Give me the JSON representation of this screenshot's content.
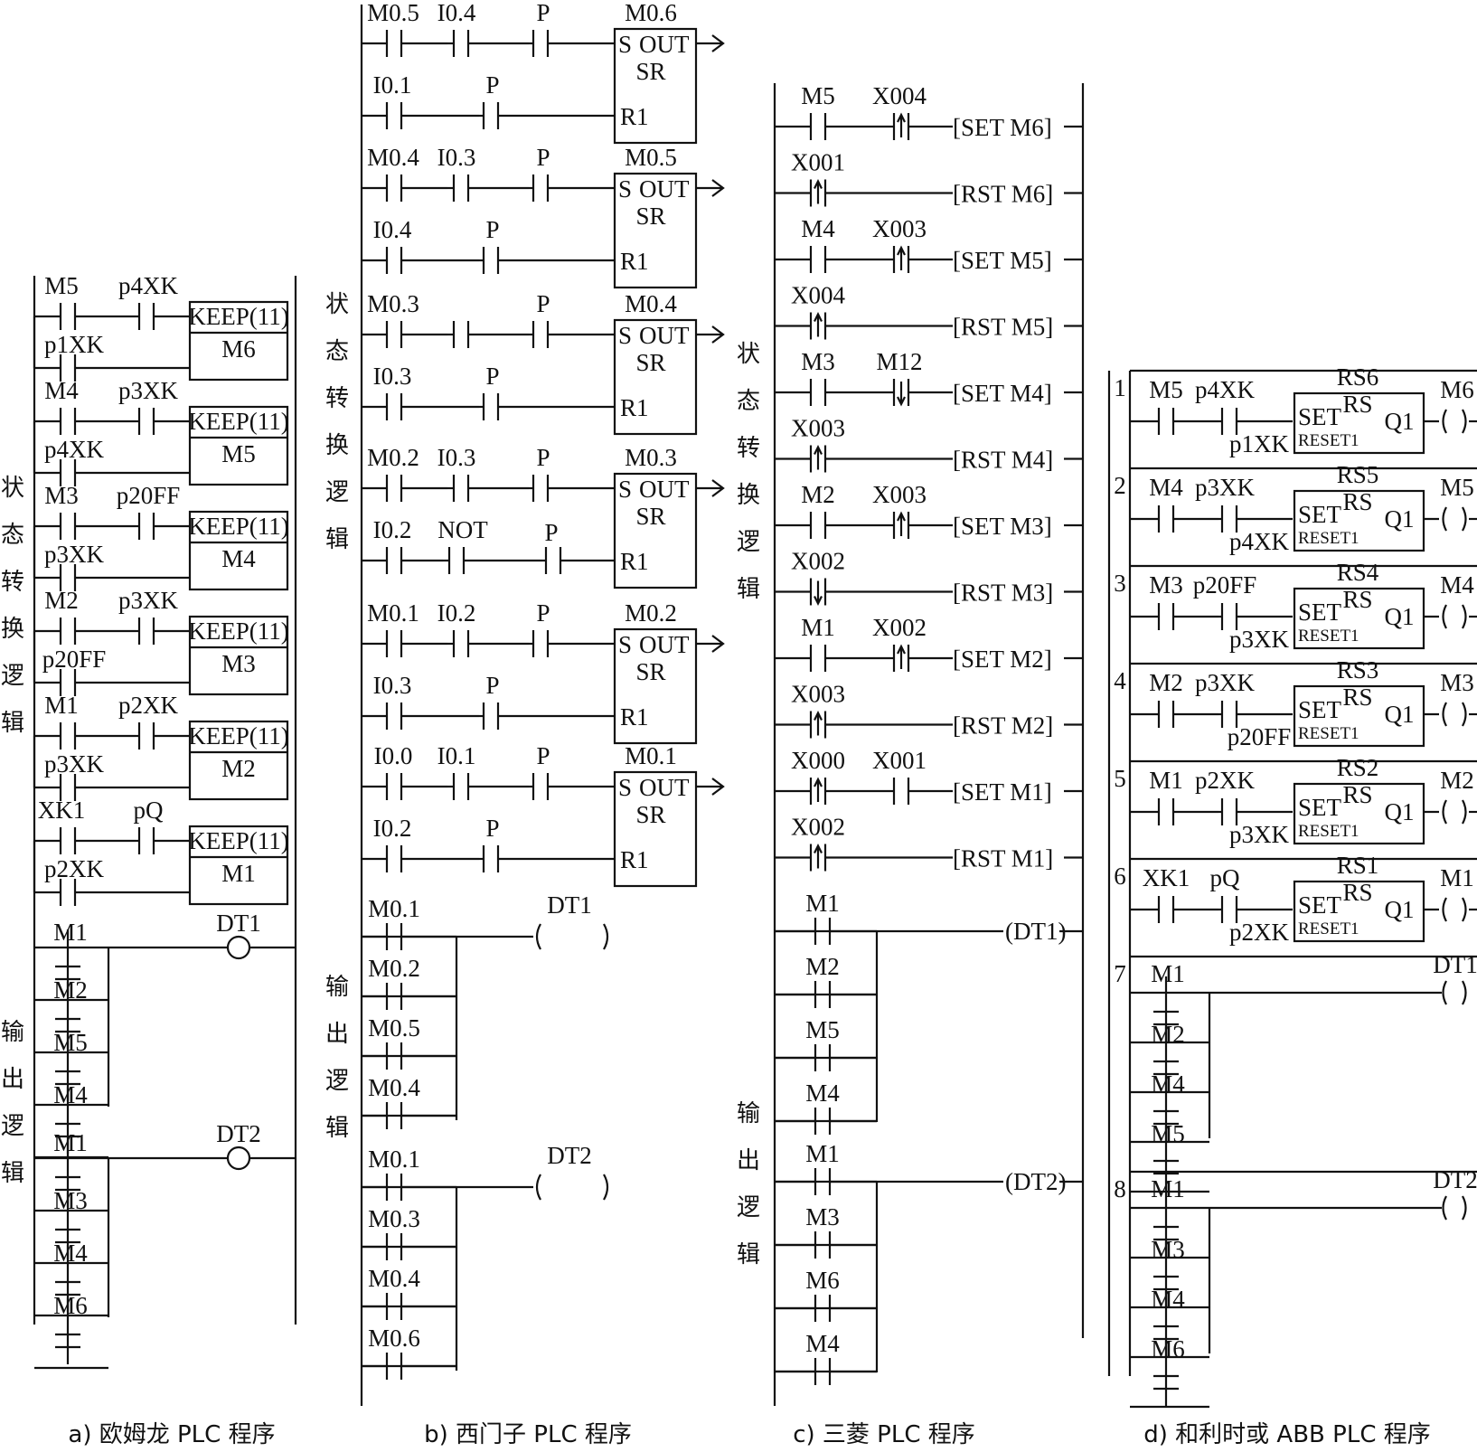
{
  "captions": {
    "a": "a) 欧姆龙 PLC 程序",
    "b": "b) 西门子 PLC 程序",
    "c": "c) 三菱 PLC 程序",
    "d": "d) 和利时或 ABB PLC 程序"
  },
  "section_labels": {
    "state": [
      "状",
      "态",
      "转",
      "换",
      "逻",
      "辑"
    ],
    "output": [
      "输",
      "出",
      "逻",
      "辑"
    ]
  },
  "omron": {
    "rungs": [
      {
        "c1": "M5",
        "c2": "p4XK",
        "latch": "p1XK",
        "coil": "KEEP(11)",
        "bit": "M6"
      },
      {
        "c1": "M4",
        "c2": "p3XK",
        "latch": "p4XK",
        "coil": "KEEP(11)",
        "bit": "M5"
      },
      {
        "c1": "M3",
        "c2": "p20FF",
        "latch": "p3XK",
        "coil": "KEEP(11)",
        "bit": "M4"
      },
      {
        "c1": "M2",
        "c2": "p3XK",
        "latch": "p20FF",
        "coil": "KEEP(11)",
        "bit": "M3"
      },
      {
        "c1": "M1",
        "c2": "p2XK",
        "latch": "p3XK",
        "coil": "KEEP(11)",
        "bit": "M2"
      },
      {
        "c1": "XK1",
        "c2": "pQ",
        "latch": "p2XK",
        "coil": "KEEP(11)",
        "bit": "M1"
      }
    ],
    "outputs": [
      {
        "coil": "DT1",
        "contacts": [
          "M1",
          "M2",
          "M5",
          "M4"
        ]
      },
      {
        "coil": "DT2",
        "contacts": [
          "M1",
          "M3",
          "M4",
          "M6"
        ]
      }
    ]
  },
  "siemens": {
    "rungs": [
      {
        "s1": "M0.5",
        "s2": "I0.4",
        "p": "P",
        "bit": "M0.6",
        "r1": "I0.1",
        "rp": "P",
        "rnot": ""
      },
      {
        "s1": "M0.4",
        "s2": "I0.3",
        "p": "P",
        "bit": "M0.5",
        "r1": "I0.4",
        "rp": "P",
        "rnot": ""
      },
      {
        "s1": "M0.3",
        "s2": "",
        "p": "P",
        "bit": "M0.4",
        "r1": "I0.3",
        "rp": "P",
        "rnot": ""
      },
      {
        "s1": "M0.2",
        "s2": "I0.3",
        "p": "P",
        "bit": "M0.3",
        "r1": "I0.2",
        "rp": "P",
        "rnot": "NOT"
      },
      {
        "s1": "M0.1",
        "s2": "I0.2",
        "p": "P",
        "bit": "M0.2",
        "r1": "I0.3",
        "rp": "P",
        "rnot": ""
      },
      {
        "s1": "I0.0",
        "s2": "I0.1",
        "p": "P",
        "bit": "M0.1",
        "r1": "I0.2",
        "rp": "P",
        "rnot": ""
      }
    ],
    "box": {
      "s": "S",
      "out": "OUT",
      "sr": "SR",
      "r": "R1"
    },
    "outputs": [
      {
        "coil": "DT1",
        "contacts": [
          "M0.1",
          "M0.2",
          "M0.5",
          "M0.4"
        ]
      },
      {
        "coil": "DT2",
        "contacts": [
          "M0.1",
          "M0.3",
          "M0.4",
          "M0.6"
        ]
      }
    ]
  },
  "mitsubishi": {
    "rungs": [
      {
        "c1": "M5",
        "c2": "X004",
        "c2type": "rise",
        "instr": "[SET M6]"
      },
      {
        "c1": "X001",
        "c1type": "rise",
        "instr": "[RST M6]"
      },
      {
        "c1": "M4",
        "c2": "X003",
        "c2type": "rise",
        "instr": "[SET M5]"
      },
      {
        "c1": "X004",
        "c1type": "rise",
        "instr": "[RST M5]"
      },
      {
        "c1": "M3",
        "c2": "M12",
        "c2type": "fall",
        "instr": "[SET M4]"
      },
      {
        "c1": "X003",
        "c1type": "rise",
        "instr": "[RST M4]"
      },
      {
        "c1": "M2",
        "c2": "X003",
        "c2type": "rise",
        "instr": "[SET M3]"
      },
      {
        "c1": "X002",
        "c1type": "fall",
        "instr": "[RST M3]"
      },
      {
        "c1": "M1",
        "c2": "X002",
        "c2type": "rise",
        "instr": "[SET M2]"
      },
      {
        "c1": "X003",
        "c1type": "rise",
        "instr": "[RST M2]"
      },
      {
        "c1": "X000",
        "c1type": "rise",
        "c2": "X001",
        "c2type": "no",
        "instr": "[SET M1]"
      },
      {
        "c1": "X002",
        "c1type": "rise",
        "instr": "[RST M1]"
      }
    ],
    "outputs": [
      {
        "coil": "(DT1)",
        "contacts": [
          "M1",
          "M2",
          "M5",
          "M4"
        ]
      },
      {
        "coil": "(DT2)",
        "contacts": [
          "M1",
          "M3",
          "M6",
          "M4"
        ]
      }
    ]
  },
  "abb": {
    "rungs": [
      {
        "n": "1",
        "c1": "M5",
        "c2": "p4XK",
        "reset": "p1XK",
        "inst": "RS6",
        "q": "M6"
      },
      {
        "n": "2",
        "c1": "M4",
        "c2": "p3XK",
        "reset": "p4XK",
        "inst": "RS5",
        "q": "M5"
      },
      {
        "n": "3",
        "c1": "M3",
        "c2": "p20FF",
        "reset": "p3XK",
        "inst": "RS4",
        "q": "M4"
      },
      {
        "n": "4",
        "c1": "M2",
        "c2": "p3XK",
        "reset": "p20FF",
        "inst": "RS3",
        "q": "M3"
      },
      {
        "n": "5",
        "c1": "M1",
        "c2": "p2XK",
        "reset": "p3XK",
        "inst": "RS2",
        "q": "M2"
      },
      {
        "n": "6",
        "c1": "XK1",
        "c2": "pQ",
        "reset": "p2XK",
        "inst": "RS1",
        "q": "M1"
      }
    ],
    "box": {
      "type": "RS",
      "set": "SET",
      "reset": "RESET1",
      "q1": "Q1",
      "coil": "( )"
    },
    "outputs": [
      {
        "n": "7",
        "coil": "DT1",
        "contacts": [
          "M1",
          "M2",
          "M4",
          "M5"
        ]
      },
      {
        "n": "8",
        "coil": "DT2",
        "contacts": [
          "M1",
          "M3",
          "M4",
          "M6"
        ]
      }
    ]
  }
}
